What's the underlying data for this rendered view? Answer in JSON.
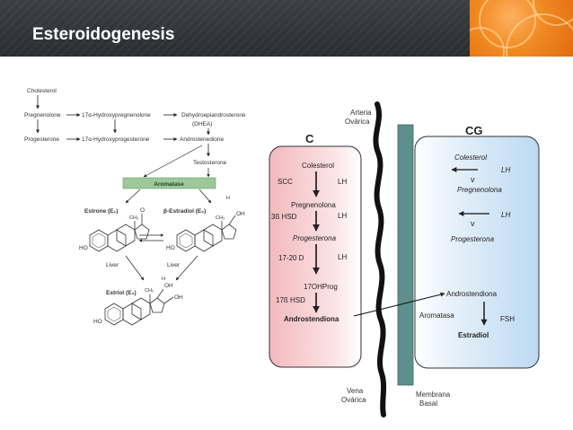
{
  "slide": {
    "title": "Esteroidogenesis"
  },
  "colors": {
    "title_bar": "#2f3236",
    "accent": "#f08a22",
    "aromatase_box": "#9dc89b",
    "theca_cell": "#f6c6c8",
    "granulosa_cell": "#d3e7f6",
    "membrane": "#5f8f8c"
  },
  "left_diagram": {
    "cholesterol": "Cholesterol",
    "pregnenolone": "Pregnenolone",
    "hydroxypregnenolone": "17α-Hydroxypregnenolone",
    "dhea_line1": "Dehydroepiandrosterone",
    "dhea_line2": "(DHEA)",
    "progesterone": "Progesterone",
    "hydroxyprogesterone": "17α-Hydroxyprogesterone",
    "androstenedione": "Androstenedione",
    "testosterone": "Testosterone",
    "aromatase": "Aromatase",
    "estrone": "Estrone (E₁)",
    "estradiol": "β-Estradiol (E₂)",
    "liver_left": "Liver",
    "liver_right": "Liver",
    "estriol": "Estriol (E₃)",
    "ho": "HO",
    "oh": "OH",
    "o": "O",
    "ch3": "CH₃",
    "h": "H"
  },
  "right_diagram": {
    "arteria_line1": "Arteria",
    "arteria_line2": "Ovárica",
    "vena_line1": "Vena",
    "vena_line2": "Ovárica",
    "membrana_line1": "Membrana",
    "membrana_line2": "Basal",
    "c_label": "C",
    "cg_label": "CG",
    "theca": {
      "colesterol": "Colesterol",
      "scc": "SCC",
      "lh1": "LH",
      "pregnenolona": "Pregnenolona",
      "hsd3b": "3ß HSD",
      "lh2": "LH",
      "progesterona": "Progesterona",
      "d1720": "17-20 D",
      "lh3": "LH",
      "ohprog": "17OHProg",
      "hsd17b": "17ß HSD",
      "androstendiona": "Androstendiona"
    },
    "granulosa": {
      "colesterol": "Colesterol",
      "lh1": "LH",
      "pregnenolona": "Pregnenolona",
      "lh2": "LH",
      "progesterona": "Progesterona",
      "androstendiona": "Androstendiona",
      "aromatasa": "Aromatasa",
      "fsh": "FSH",
      "estradiol": "Estradiol"
    }
  }
}
